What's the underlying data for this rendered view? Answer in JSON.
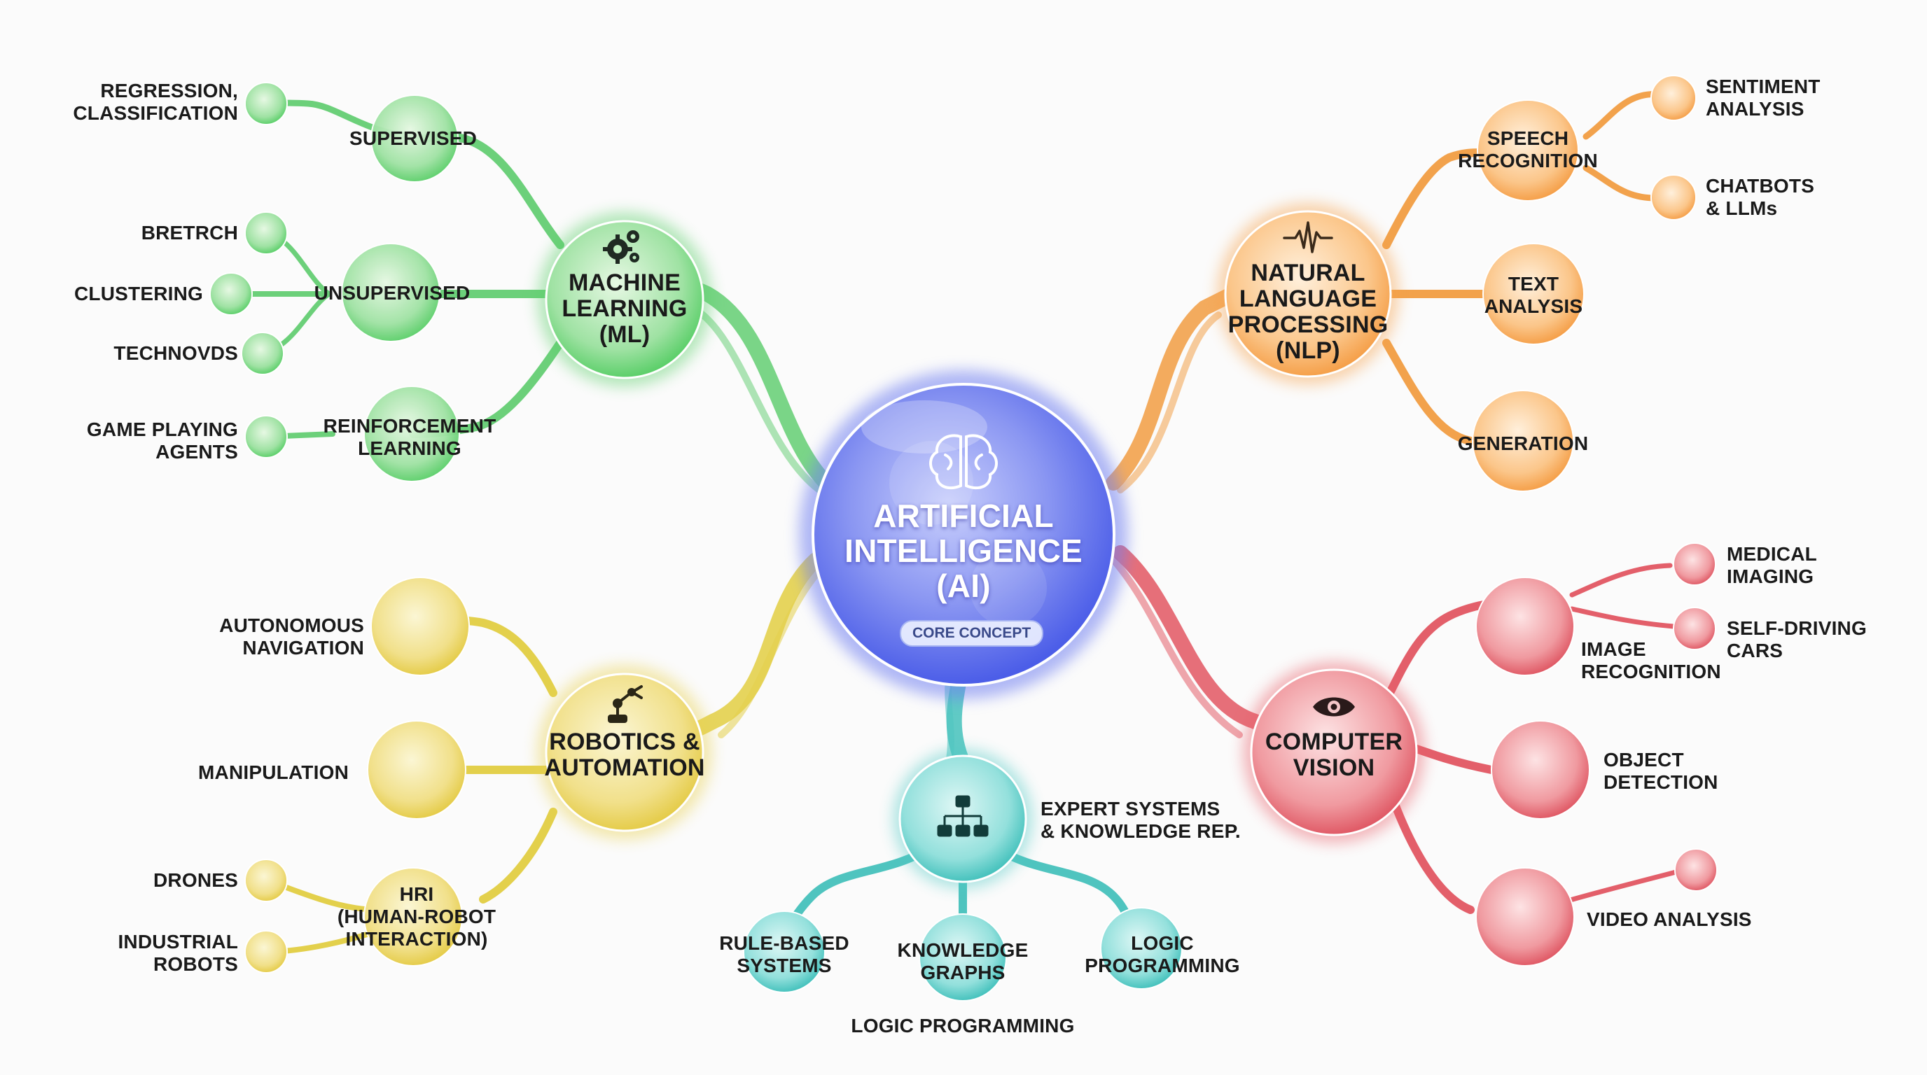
{
  "center": {
    "title": "ARTIFICIAL\nINTELLIGENCE\n(AI)",
    "badge": "CORE CONCEPT",
    "icon": "brain-icon",
    "color": "#6f7ff0"
  },
  "branches": {
    "ml": {
      "label": "MACHINE\nLEARNING\n(ML)",
      "icon": "gears-icon",
      "color": "#5ccf6a",
      "sub": {
        "supervised": "SUPERVISED",
        "unsupervised": "UNSUPERVISED",
        "reinforcement": "REINFORCEMENT\nLEARNING"
      },
      "leaves": {
        "regression": "REGRESSION,\nCLASSIFICATION",
        "bretrch": "BRETRCH",
        "clustering": "CLUSTERING",
        "technovds": "TECHNOVDS",
        "game_playing": "GAME PLAYING\nAGENTS"
      }
    },
    "nlp": {
      "label": "NATURAL\nLANGUAGE\nPROCESSING\n(NLP)",
      "icon": "waveform-icon",
      "color": "#f5a04a",
      "sub": {
        "speech": "SPEECH\nRECOGNITION",
        "text": "TEXT\nANALYSIS",
        "generation": "GENERATION"
      },
      "leaves": {
        "sentiment": "SENTIMENT\nANALYSIS",
        "chatbots": "CHATBOTS\n& LLMs"
      }
    },
    "cv": {
      "label": "COMPUTER\nVISION",
      "icon": "eye-icon",
      "color": "#e8606a",
      "sub": {
        "image": "IMAGE\nRECOGNITION",
        "object": "OBJECT\nDETECTION",
        "video": "VIDEO ANALYSIS"
      },
      "leaves": {
        "medical": "MEDICAL\nIMAGING",
        "selfdriving": "SELF-DRIVING\nCARS"
      }
    },
    "expert": {
      "label": "EXPERT SYSTEMS\n& KNOWLEDGE REP.",
      "icon": "hierarchy-icon",
      "color": "#4fc9c4",
      "sub": {
        "rule": "RULE-BASED\nSYSTEMS",
        "graphs": "KNOWLEDGE\nGRAPHS",
        "logic": "LOGIC\nPROGRAMMING"
      },
      "footer": "LOGIC PROGRAMMING"
    },
    "robotics": {
      "label": "ROBOTICS &\nAUTOMATION",
      "icon": "robot-arm-icon",
      "color": "#e8d050",
      "sub": {
        "navigation": "AUTONOMOUS\nNAVIGATION",
        "manipulation": "MANIPULATION",
        "hri": "HRI\n(HUMAN-ROBOT\nINTERACTION)"
      },
      "leaves": {
        "drones": "DRONES",
        "industrial": "INDUSTRIAL\nROBOTS"
      }
    }
  }
}
